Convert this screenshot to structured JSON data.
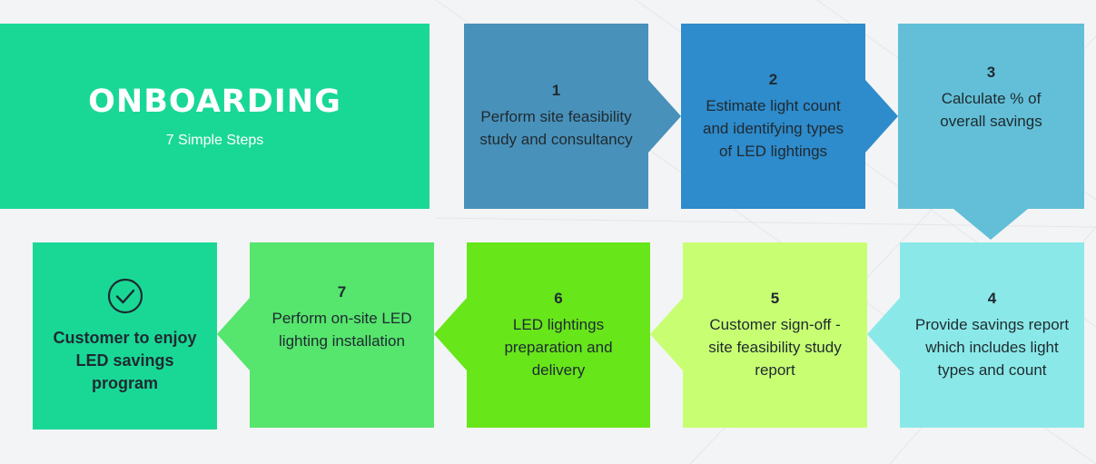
{
  "title": "ONBOARDING",
  "subtitle": "7 Simple Steps",
  "steps": [
    {
      "number": "1",
      "text": "Perform site feasibility study and consultancy"
    },
    {
      "number": "2",
      "text": "Estimate light count and identifying types of LED lightings"
    },
    {
      "number": "3",
      "text": "Calculate % of overall savings"
    },
    {
      "number": "4",
      "text": "Provide savings report which includes light types and count"
    },
    {
      "number": "5",
      "text": "Customer sign-off - site feasibility study report"
    },
    {
      "number": "6",
      "text": "LED lightings preparation and delivery"
    },
    {
      "number": "7",
      "text": "Perform on-site LED lighting installation"
    }
  ],
  "final": {
    "icon": "check-circle-icon",
    "text": "Customer to enjoy LED savings program"
  },
  "colors": {
    "title_box": "#19d896",
    "step1": "#4891ba",
    "step2": "#2e8bcc",
    "step3": "#62bfd7",
    "step4": "#8ae9e8",
    "step5": "#c8ff72",
    "step6": "#67e61a",
    "step7": "#56e56d",
    "final": "#19d896"
  }
}
